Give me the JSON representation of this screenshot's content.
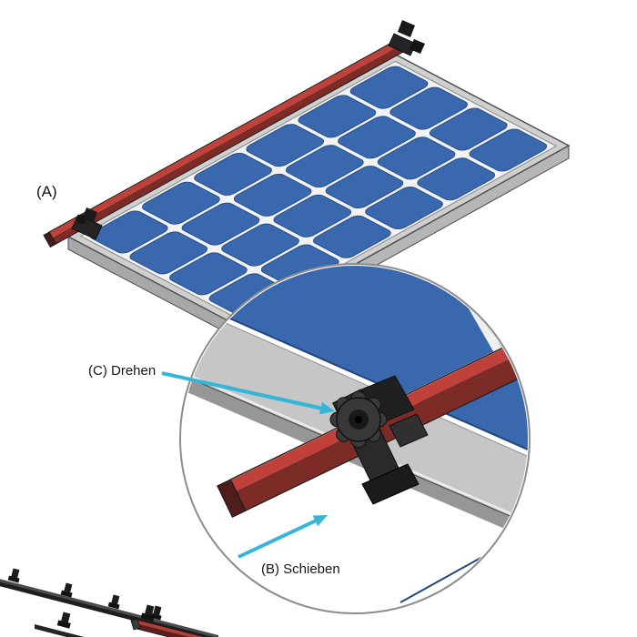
{
  "labels": {
    "panel_marker": "(A)",
    "rotate_action": "(C) Drehen",
    "slide_action": "(B) Schieben"
  },
  "colors": {
    "cell_blue": "#3a68ae",
    "cell_edge_blue": "#27508c",
    "rail_red": "#c0413a",
    "rail_red_dark": "#7c2b27",
    "frame_gray": "#c6c6c6",
    "clamp_black": "#2a2a2a",
    "arrow_cyan": "#35b6d8"
  },
  "detail_view": {
    "shape": "magnifier-circle"
  }
}
